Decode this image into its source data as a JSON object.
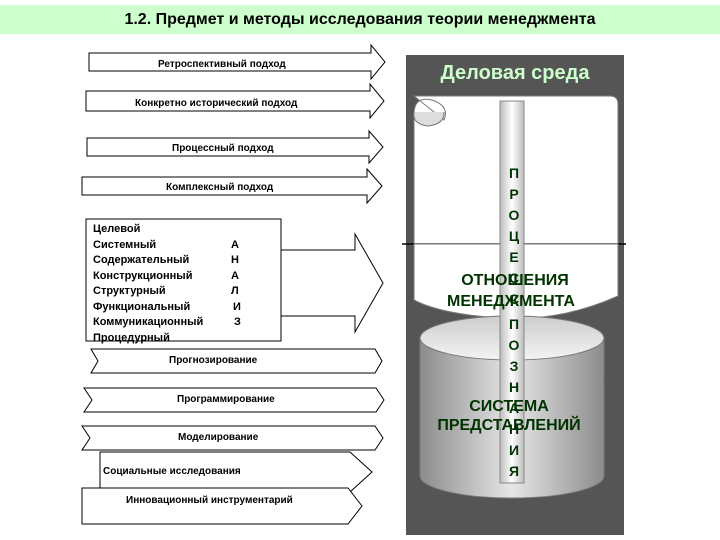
{
  "title": "1.2. Предмет и методы исследования теории менеджмента",
  "approaches": [
    "Ретроспективный подход",
    "Конкретно исторический подход",
    "Процессный подход",
    "Комплексный подход"
  ],
  "analysis_box": {
    "lines": [
      "Целевой",
      "Системный",
      "Содержательный",
      "Конструкционный",
      "Структурный",
      "Функциональный",
      "Коммуникационный",
      "Процедурный"
    ],
    "side_word": [
      "А",
      "Н",
      "А",
      "Л",
      "И",
      "З"
    ]
  },
  "methods": [
    "Прогнозирование",
    "Программирование",
    "Моделирование",
    "Социальные исследования",
    "Инновационный инструментарий"
  ],
  "panel": {
    "title": "Деловая среда",
    "relations_line1": "ОТНОШЕНИЯ",
    "relations_line2": "МЕНЕДЖМЕНТА",
    "system_line1": "СИСТЕМА",
    "system_line2": "ПРЕДСТАВЛЕНИЙ",
    "vertical_text": [
      "П",
      "Р",
      "О",
      "Ц",
      "Е",
      "С",
      "С",
      "П",
      "О",
      "З",
      "Н",
      "А",
      "Н",
      "И",
      "Я"
    ]
  },
  "colors": {
    "title_bg": "#ccffcc",
    "panel_bg": "#555555",
    "panel_title": "#ccffcc",
    "label_green": "#003300"
  }
}
